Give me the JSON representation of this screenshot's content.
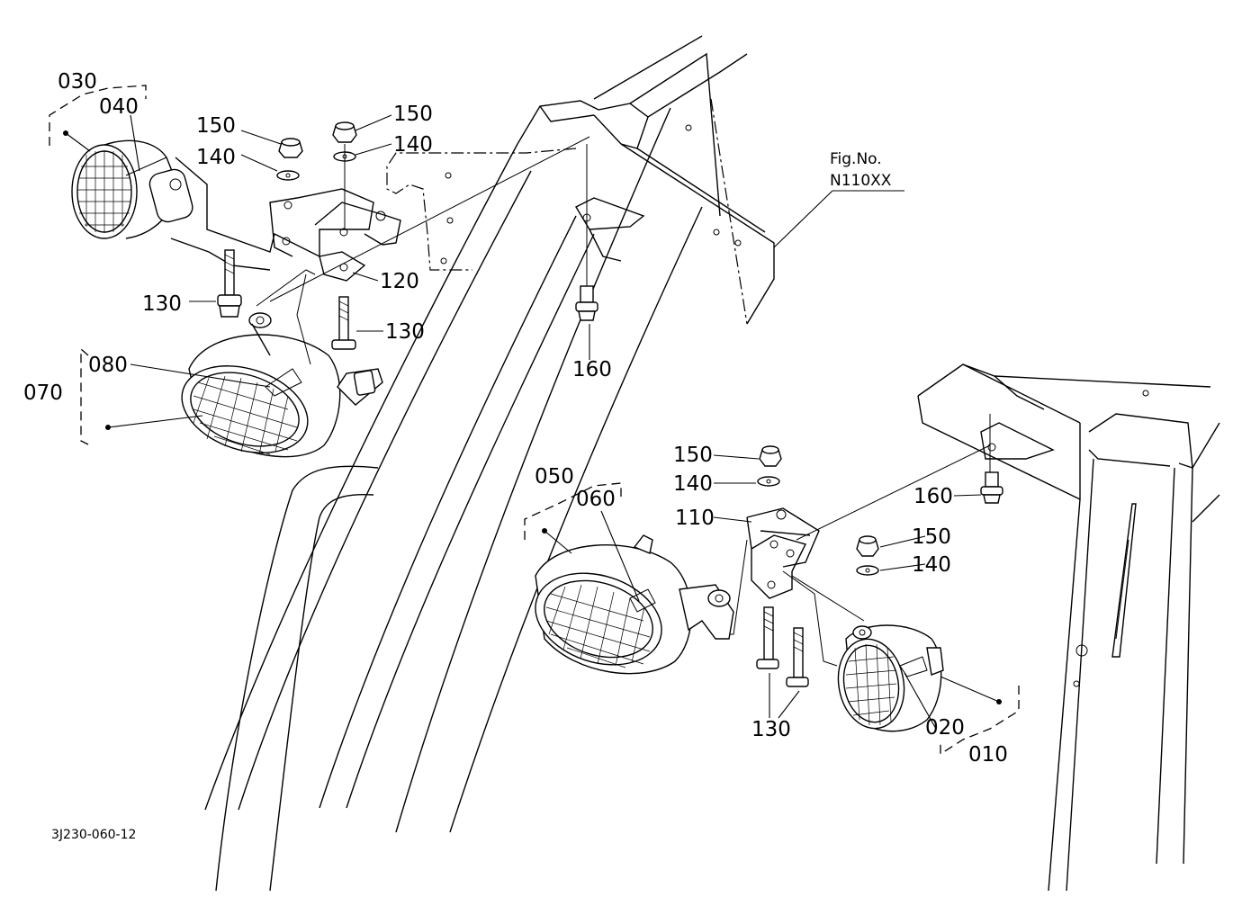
{
  "figure_reference": {
    "line1": "Fig.No.",
    "line2": "N110XX"
  },
  "drawing_code": "3J230-060-12",
  "callouts": {
    "c030": "030",
    "c040": "040",
    "c150a": "150",
    "c150b": "150",
    "c140a": "140",
    "c140b": "140",
    "c130a": "130",
    "c120": "120",
    "c130b": "130",
    "c080": "080",
    "c070": "070",
    "c160a": "160",
    "c150c": "150",
    "c140c": "140",
    "c110": "110",
    "c050": "050",
    "c060": "060",
    "c160b": "160",
    "c150d": "150",
    "c140d": "140",
    "c130c": "130",
    "c020": "020",
    "c010": "010"
  }
}
